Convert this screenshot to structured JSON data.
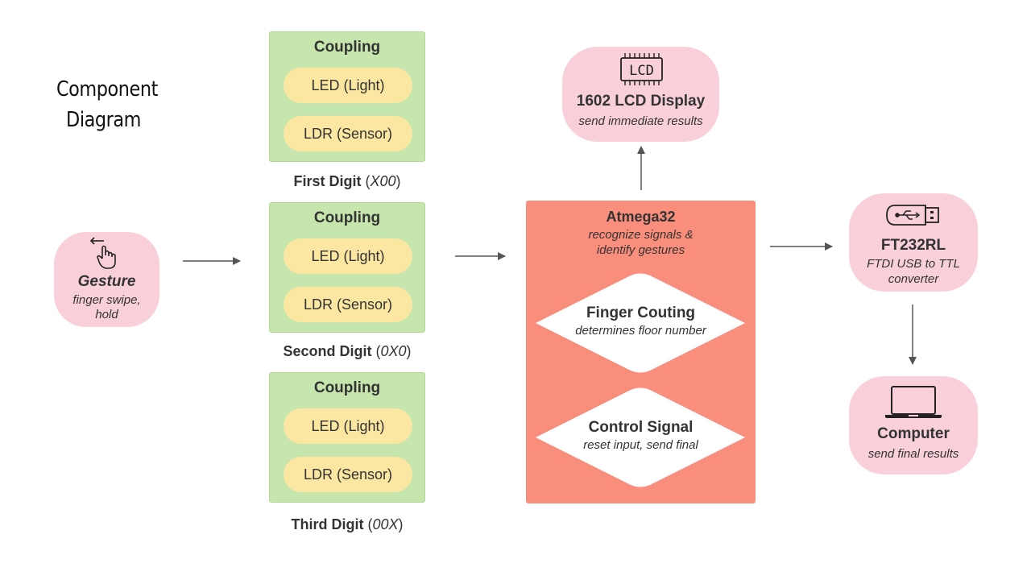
{
  "title": {
    "line1": "Component",
    "line2": "Diagram"
  },
  "gesture": {
    "title": "Gesture",
    "subtitle_line1": "finger swipe,",
    "subtitle_line2": "hold",
    "icon": "swipe-hand-icon"
  },
  "couplings": [
    {
      "head": "Coupling",
      "led": "LED (Light)",
      "ldr": "LDR (Sensor)",
      "digit_name": "First Digit",
      "digit_code": "X00"
    },
    {
      "head": "Coupling",
      "led": "LED (Light)",
      "ldr": "LDR (Sensor)",
      "digit_name": "Second Digit",
      "digit_code": "0X0"
    },
    {
      "head": "Coupling",
      "led": "LED (Light)",
      "ldr": "LDR (Sensor)",
      "digit_name": "Third Digit",
      "digit_code": "00X"
    }
  ],
  "mcu": {
    "title": "Atmega32",
    "subtitle_line1": "recognize signals &",
    "subtitle_line2": "identify gestures",
    "finger": {
      "title": "Finger Couting",
      "subtitle": "determines floor number"
    },
    "control": {
      "title": "Control Signal",
      "subtitle": "reset input, send final"
    }
  },
  "lcd": {
    "icon_text": "LCD",
    "title": "1602 LCD Display",
    "subtitle": "send immediate results",
    "icon": "lcd-chip-icon"
  },
  "ftdi": {
    "title": "FT232RL",
    "subtitle_line1": "FTDI USB to TTL",
    "subtitle_line2": "converter",
    "icon": "usb-stick-icon"
  },
  "computer": {
    "title": "Computer",
    "subtitle": "send final results",
    "icon": "laptop-icon"
  },
  "colors": {
    "green": "#c7e6ae",
    "yellow": "#fbe7a1",
    "pink": "#f9d0da",
    "salmon": "#fa8e7c",
    "arrow": "#555555"
  }
}
